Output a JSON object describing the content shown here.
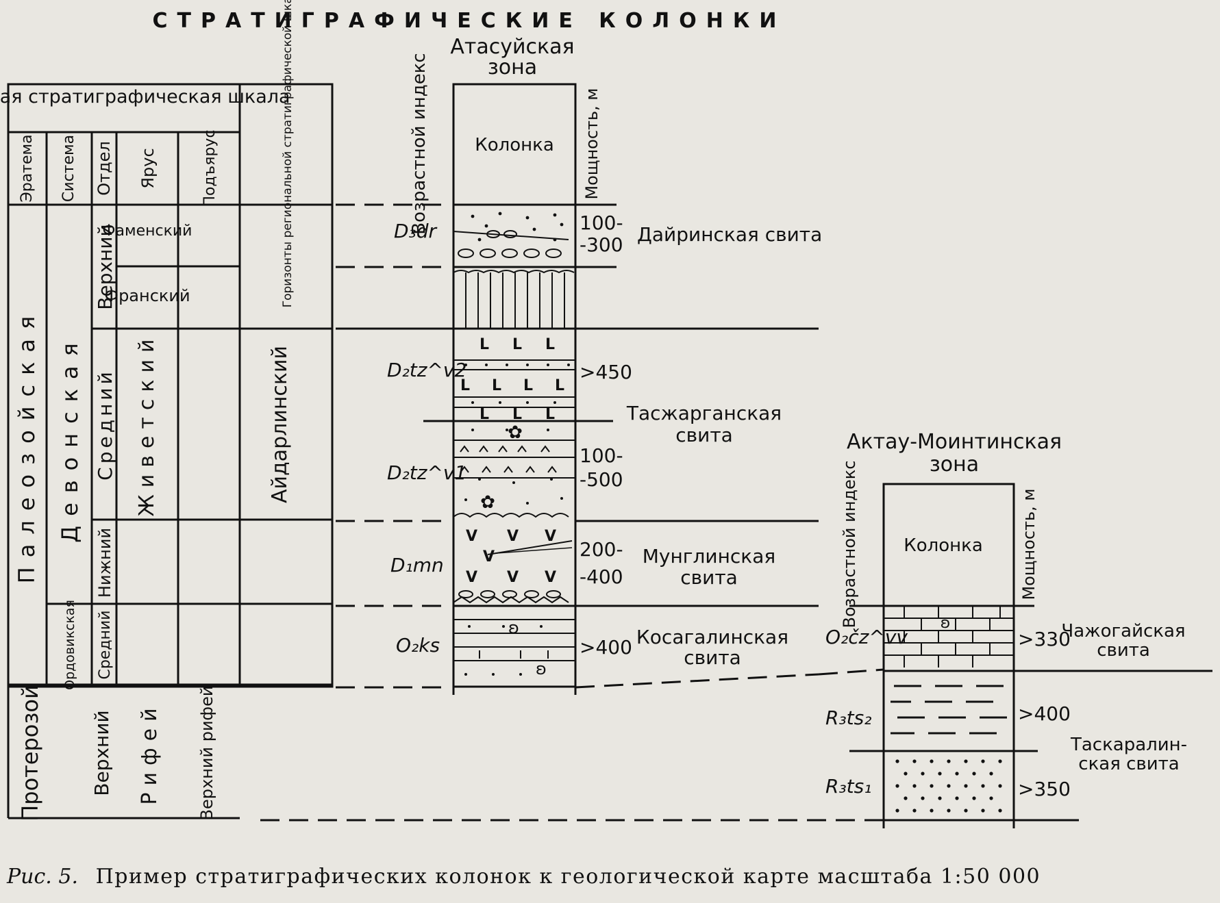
{
  "page_title": "СТРАТИГРАФИЧЕСКИЕ КОЛОНКИ",
  "caption": {
    "prefix": "Рис. 5.",
    "text": "Пример стратиграфических колонок к геологической карте масштаба 1:50 000"
  },
  "scale_table": {
    "title": "Общая стратиграфическая шкала",
    "headers": {
      "eratema": "Эратема",
      "sistema": "Система",
      "otdel": "Отдел",
      "yarus": "Ярус",
      "podyarus": "Подъярус",
      "horizons": "Горизонты региональной стратиграфической шкалы"
    },
    "eratema_paleozoic": "Палеозойская",
    "eratema_proterozoic": "Протерозой",
    "system_devonian": "Девонская",
    "system_ordovician": "Ордовикская",
    "dept_upper": "Верхний",
    "dept_middle": "Средний",
    "dept_lower": "Нижний",
    "dept_ord_middle": "Средний",
    "dept_riphean_upper": "Верхний",
    "stage_famennian": "Фаменский",
    "stage_frasnian": "Франский",
    "stage_givetian": "Живетский",
    "stage_riphean": "Рифей",
    "substage_upper_riphean": "Верхний рифей",
    "horizon_aidarlinsky": "Айдарлинский"
  },
  "column_headers": {
    "index": "Возрастной индекс",
    "column": "Колонка",
    "thickness": "Мощность, м"
  },
  "zone1": {
    "name_line1": "Атасуйская",
    "name_line2": "зона",
    "indices": {
      "d3dr": "D₃dr",
      "d2tz2": "D₂tz^v2",
      "d2tz1": "D₂tz^v1",
      "d1mn": "D₁mn",
      "o2ks": "O₂ks"
    },
    "thickness": {
      "t1a": "100-",
      "t1b": "-300",
      "t2": ">450",
      "t3a": "100-",
      "t3b": "-500",
      "t4a": "200-",
      "t4b": "-400",
      "t5": ">400"
    },
    "suites": {
      "s1": "Дайринская свита",
      "s2a": "Тасжарганская",
      "s2b": "свита",
      "s3a": "Мунглинская",
      "s3b": "свита",
      "s4a": "Косагалинская",
      "s4b": "свита"
    }
  },
  "zone2": {
    "name_line1": "Актау-Моинтинская",
    "name_line2": "зона",
    "indices": {
      "o2cz": "O₂čz^vv",
      "r3ts2": "R₃ts₂",
      "r3ts1": "R₃ts₁"
    },
    "thickness": {
      "t1": ">330",
      "t2": ">400",
      "t3": ">350"
    },
    "suites": {
      "s1a": "Чажогайская",
      "s1b": "свита",
      "s2a": "Таскаралин-",
      "s2b": "ская свита"
    }
  }
}
